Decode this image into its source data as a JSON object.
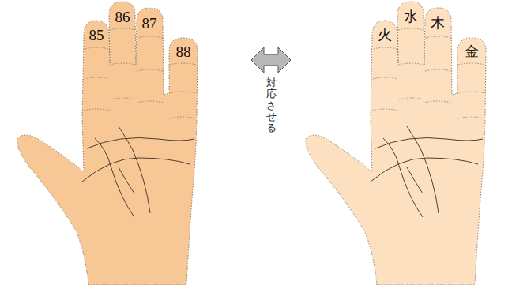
{
  "diagram": {
    "labels": [
      "85",
      "86",
      "87",
      "88",
      "火",
      "水",
      "木",
      "金",
      "対応させる"
    ]
  }
}
